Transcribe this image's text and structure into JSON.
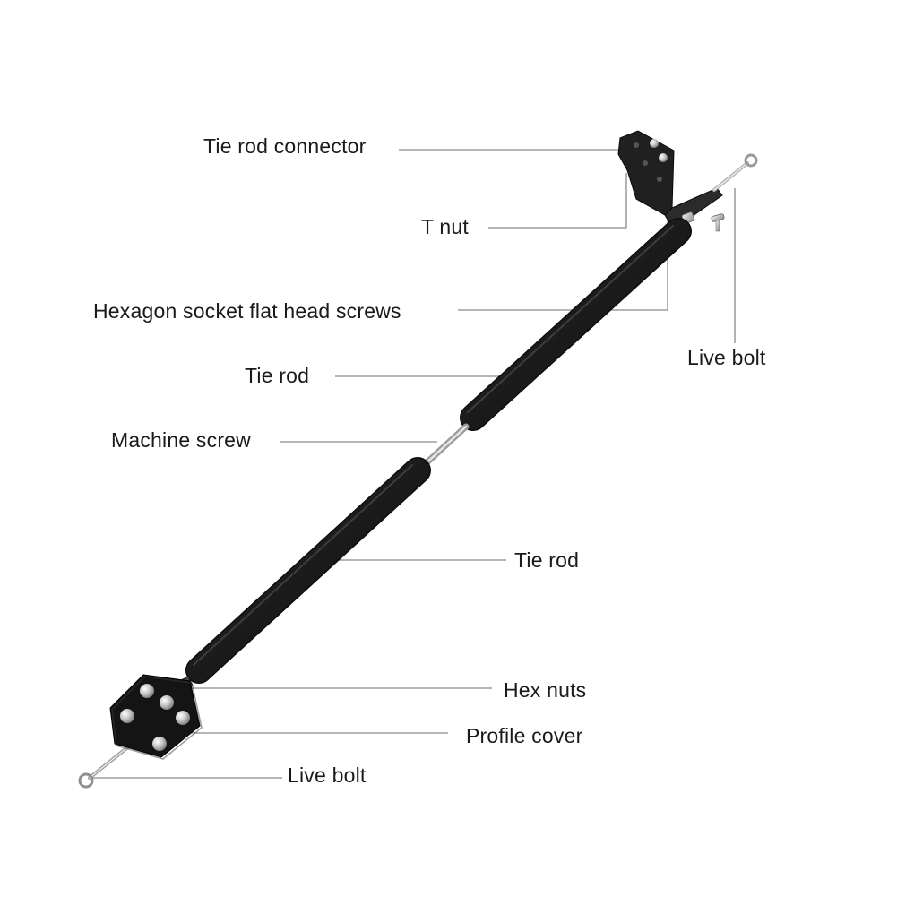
{
  "labels": {
    "tie_rod_connector": "Tie rod connector",
    "t_nut": "T nut",
    "hex_socket_screws": "Hexagon socket flat head screws",
    "live_bolt_top": "Live bolt",
    "tie_rod_upper": "Tie rod",
    "machine_screw": "Machine screw",
    "tie_rod_lower": "Tie rod",
    "hex_nuts": "Hex nuts",
    "profile_cover": "Profile cover",
    "live_bolt_bottom": "Live bolt"
  },
  "colors": {
    "rod": "#1e1e1e",
    "leader": "#8a8a8a",
    "metal": "#c9c9c9",
    "bracket": "#222222"
  }
}
